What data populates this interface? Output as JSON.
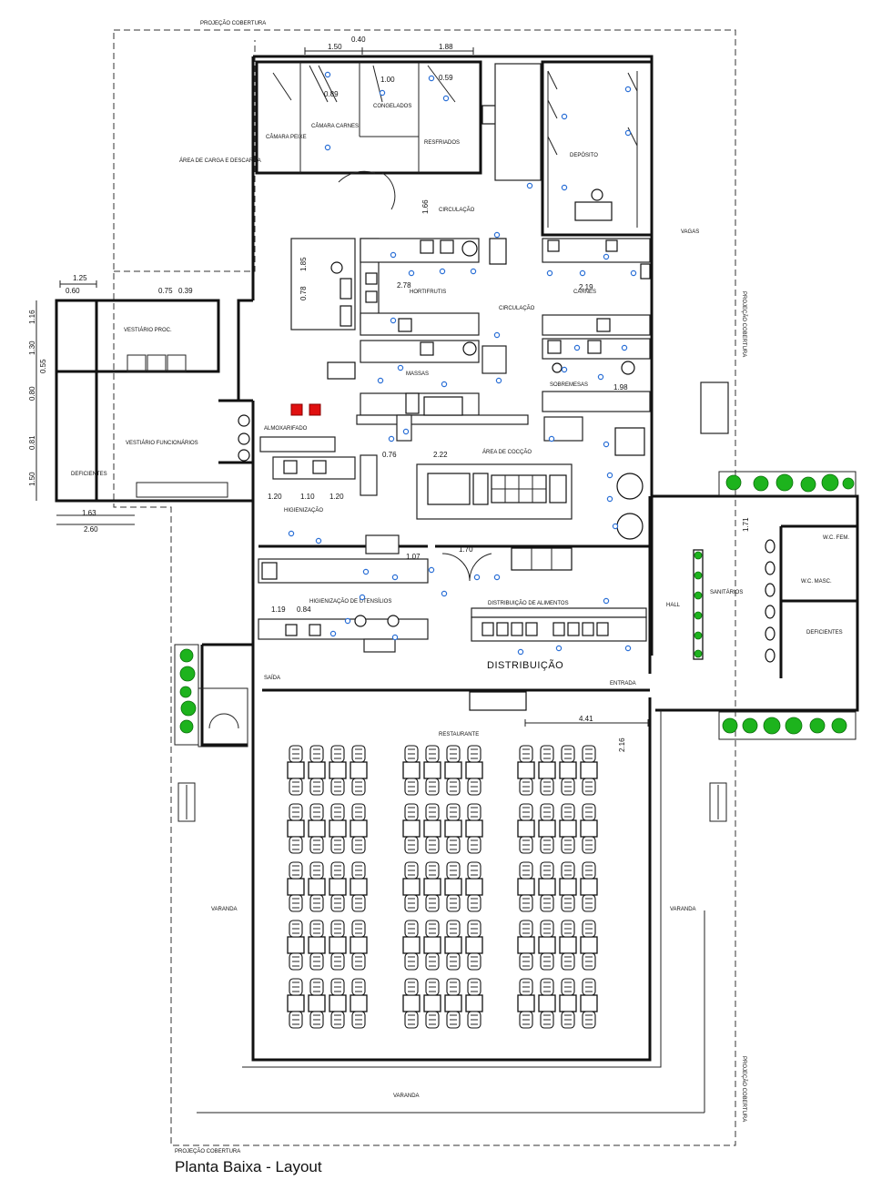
{
  "drawing": {
    "title": "Planta Baixa - Layout",
    "outline_labels": {
      "top": "PROJEÇÃO COBERTURA",
      "bottom": "PROJEÇÃO COBERTURA",
      "right_upper": "PROJEÇÃO COBERTURA",
      "right_lower": "PROJEÇÃO COBERTURA"
    }
  },
  "rooms": {
    "area_carga": "ÁREA DE CARGA E DESCARGA",
    "camara_peixe": "CÂMARA PEIXE",
    "camara_carnes": "CÂMARA CARNES",
    "congelados": "CONGELADOS",
    "resfriados": "RESFRIADOS",
    "deposito": "DEPÓSITO",
    "circulacao_top": "CIRCULAÇÃO",
    "circulacao_mid": "CIRCULAÇÃO",
    "hortifrutis": "HORTIFRUTIS",
    "carnes": "CARNES",
    "massas": "MASSAS",
    "sobremesas": "SOBREMESAS",
    "vestiario_proc": "VESTIÁRIO PROC.",
    "vestiario_func": "VESTIÁRIO FUNCIONÁRIOS",
    "deficientes": "DEFICIENTES",
    "almoxarifado": "ALMOXARIFADO",
    "higienizacao": "HIGIENIZAÇÃO",
    "area_coccao": "ÁREA DE COCÇÃO",
    "higienizacao_utensilios": "HIGIENIZAÇÃO DE UTENSÍLIOS",
    "distribuicao_alimentos": "DISTRIBUIÇÃO DE ALIMENTOS",
    "distribuicao": "DISTRIBUIÇÃO",
    "saida": "SAÍDA",
    "entrada": "ENTRADA",
    "restaurante": "RESTAURANTE",
    "sanitarios": "SANITÁRIOS",
    "wc_fem": "W.C. FEM.",
    "wc_masc": "W.C. MASC.",
    "deficientes_wc": "DEFICIENTES",
    "hall": "HALL",
    "varanda_left": "VARANDA",
    "varanda_right": "VARANDA",
    "varanda_bottom": "VARANDA",
    "vagas": "VAGAS"
  },
  "dimensions": {
    "d_150": "1.50",
    "d_040": "0.40",
    "d_188": "1.88",
    "d_089": "0.89",
    "d_100": "1.00",
    "d_059": "0.59",
    "d_166": "1.66",
    "d_125": "1.25",
    "d_060": "0.60",
    "d_075": "0.75",
    "d_039": "0.39",
    "d_116": "1.16",
    "d_130": "1.30",
    "d_055": "0.55",
    "d_080": "0.80",
    "d_081": "0.81",
    "d_150b": "1.50",
    "d_163": "1.63",
    "d_260": "2.60",
    "d_185": "1.85",
    "d_078": "0.78",
    "d_278": "2.78",
    "d_219": "2.19",
    "d_198": "1.98",
    "d_222": "2.22",
    "d_076": "0.76",
    "d_120": "1.20",
    "d_110": "1.10",
    "d_120b": "1.20",
    "d_107": "1.07",
    "d_170": "1.70",
    "d_119": "1.19",
    "d_084": "0.84",
    "d_171": "1.71",
    "d_441": "4.41",
    "d_216": "2.16"
  }
}
